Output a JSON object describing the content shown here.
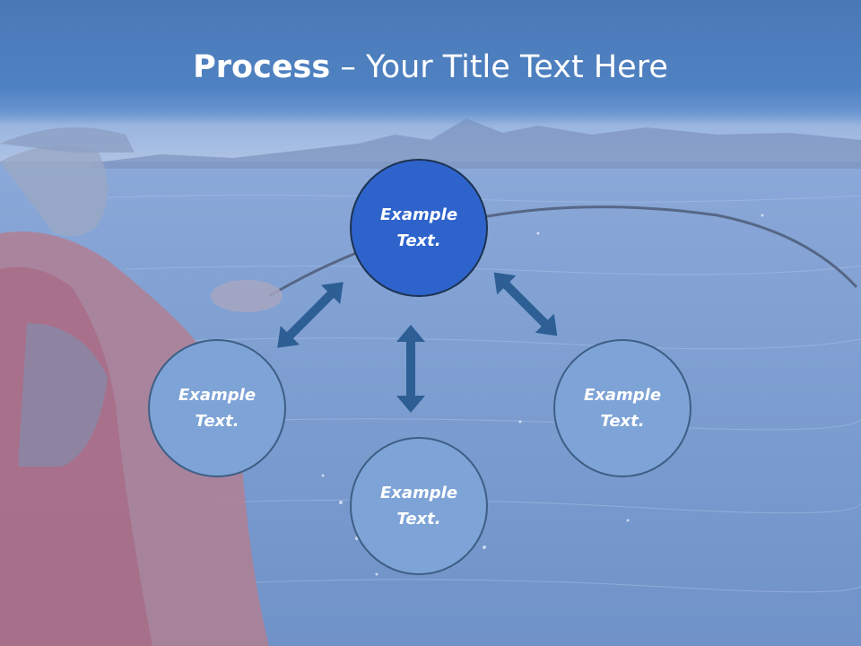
{
  "slide": {
    "title_bold": "Process",
    "title_rest": " – Your Title Text Here",
    "background": "photo of a man in a red jacket fishing from a boat on open sea, tinted blue"
  },
  "diagram": {
    "nodes": [
      {
        "id": "top",
        "label": "Example\nText.",
        "highlighted": true
      },
      {
        "id": "left",
        "label": "Example\nText.",
        "highlighted": false
      },
      {
        "id": "bottom",
        "label": "Example\nText.",
        "highlighted": false
      },
      {
        "id": "right",
        "label": "Example\nText.",
        "highlighted": false
      }
    ],
    "edges": [
      {
        "from": "top",
        "to": "left",
        "style": "double-arrow"
      },
      {
        "from": "top",
        "to": "bottom",
        "style": "double-arrow"
      },
      {
        "from": "top",
        "to": "right",
        "style": "double-arrow"
      }
    ]
  },
  "colors": {
    "header": "#4f82c2",
    "center_node": "#2f63cc",
    "outer_node": "#7ea3d6",
    "arrow": "#2d5f95",
    "text": "#ffffff"
  }
}
